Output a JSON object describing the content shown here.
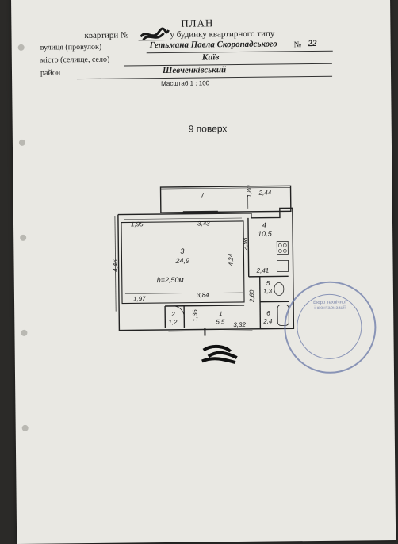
{
  "header": {
    "title": "ПЛАН",
    "apartment_label": "квартири №",
    "building_label": "у будинку квартирного типу",
    "street_label": "вулиця (провулок)",
    "street_value": "Гетьмана Павла Скоропадського",
    "house_no_label": "№",
    "house_no_value": "22",
    "city_label": "місто (селище, село)",
    "city_value": "Київ",
    "district_label": "район",
    "district_value": "Шевченківський",
    "scale": "Масштаб 1 : 100"
  },
  "floor": "9 поверх",
  "rooms": [
    {
      "no": "7",
      "area": ""
    },
    {
      "no": "3",
      "area": "24,9"
    },
    {
      "no": "4",
      "area": "10,5"
    },
    {
      "no": "5",
      "area": "1,3"
    },
    {
      "no": "6",
      "area": "2,4"
    },
    {
      "no": "1",
      "area": "5,5"
    },
    {
      "no": "2",
      "area": "1,2"
    }
  ],
  "ceiling_height": "h=2,50м",
  "dimensions": {
    "d_1_80": "1,80",
    "d_2_44": "2,44",
    "d_1_95": "1,95",
    "d_3_43": "3,43",
    "d_4_46": "4,46",
    "d_4_24": "4,24",
    "d_2_98": "2,98",
    "d_2_41": "2,41",
    "d_1_97": "1,97",
    "d_3_84": "3,84",
    "d_2_60": "2,60",
    "d_1_36": "1,36",
    "d_3_32": "3,32"
  },
  "stamp_text": "Бюро технічної інвентаризації"
}
